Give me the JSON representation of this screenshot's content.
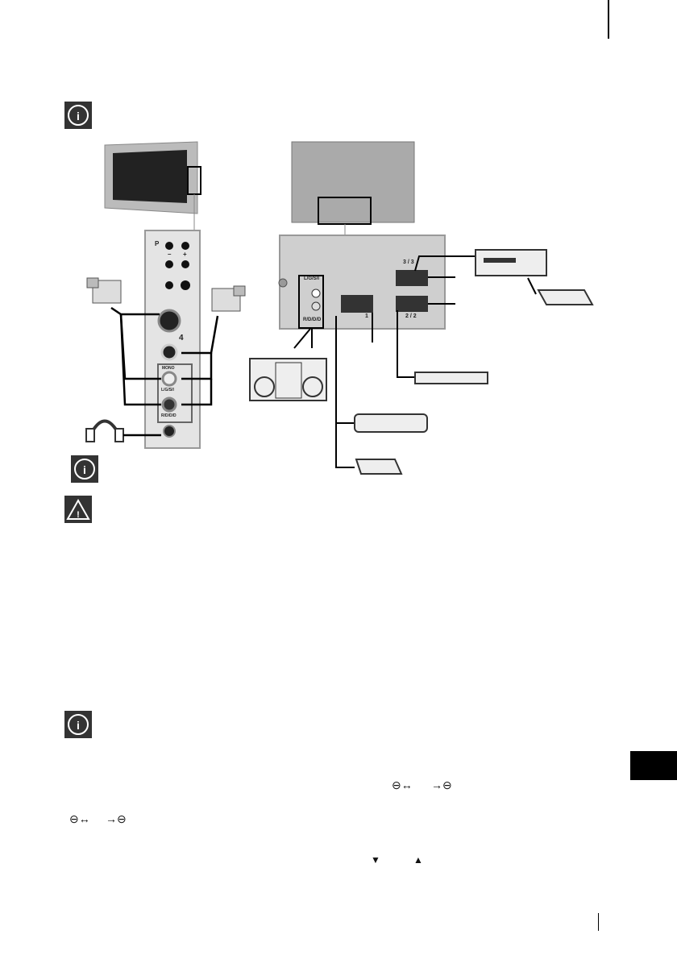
{
  "top_rule_color": "#000000",
  "icons": {
    "info": "info-icon",
    "warning": "warning-icon",
    "tab_color": "#000000"
  },
  "front_panel": {
    "labels": {
      "p": "P",
      "minus": "–",
      "plus": "+",
      "input4": "4",
      "mono": "MONO",
      "left": "L/G/S/I",
      "right": "R/D/D/D"
    }
  },
  "rear_panel": {
    "labels": {
      "audio_left": "L/G/S/I",
      "audio_right": "R/D/D/D",
      "scart3": "3 / 3",
      "scart2": "2 / 2",
      "scart1": "1"
    }
  },
  "symbols": {
    "input_output": "⊖↔",
    "input": "→⊖",
    "down": "▼",
    "up": "▲"
  },
  "page_number_rule": "|"
}
